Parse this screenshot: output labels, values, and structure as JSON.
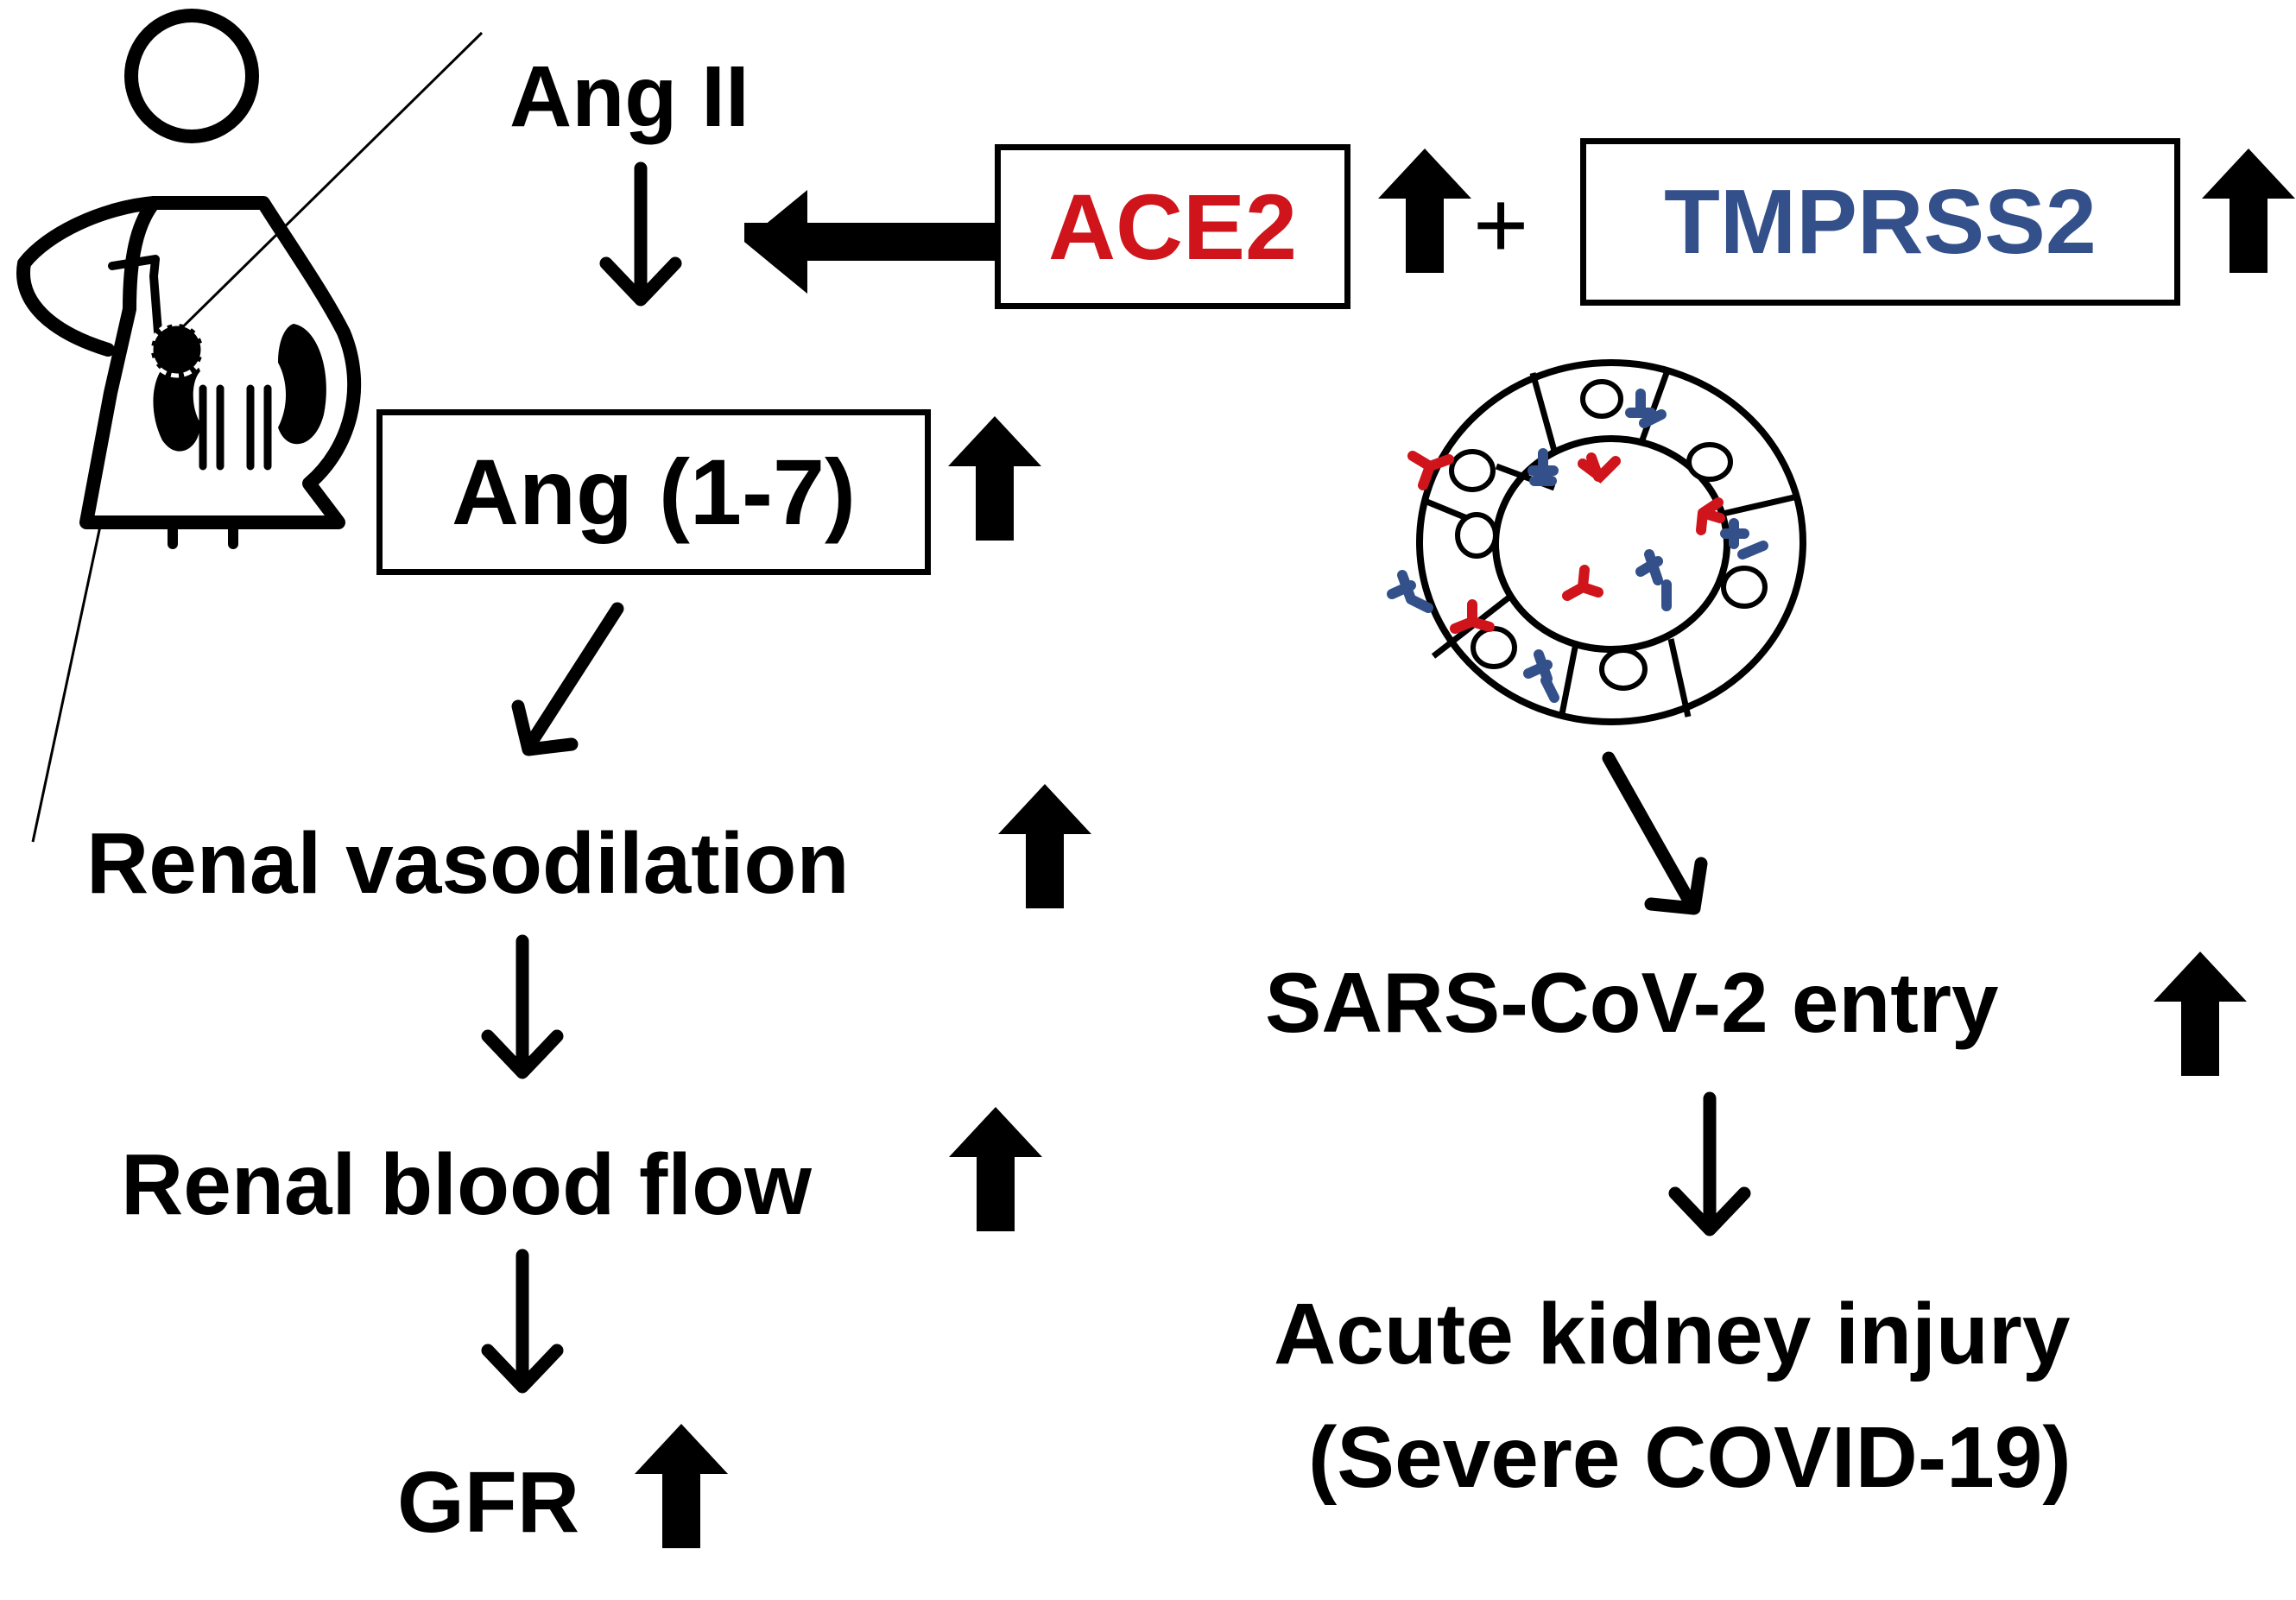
{
  "colors": {
    "ace2": "#d0141b",
    "tmprss2": "#33508a",
    "ink": "#000000",
    "background": "#ffffff"
  },
  "icons": [
    "pregnant-woman-icon",
    "kidney-icon",
    "fetus-icon",
    "renal-tubule-cross-section-icon",
    "ace2-receptor-icon",
    "tmprss2-receptor-icon",
    "up-arrow-icon",
    "down-arrow-icon"
  ],
  "nodes": {
    "ang_ii": "Ang II",
    "ace2": "ACE2",
    "plus": "+",
    "tmprss2": "TMPRSS2",
    "ang_1_7": "Ang (1-7)",
    "renal_vasodilation": "Renal vasodilation",
    "renal_blood_flow": "Renal blood flow",
    "gfr": "GFR",
    "sars_entry": "SARS-CoV-2 entry",
    "aki_line1": "Acute kidney injury",
    "aki_line2": "(Severe COVID-19)"
  }
}
